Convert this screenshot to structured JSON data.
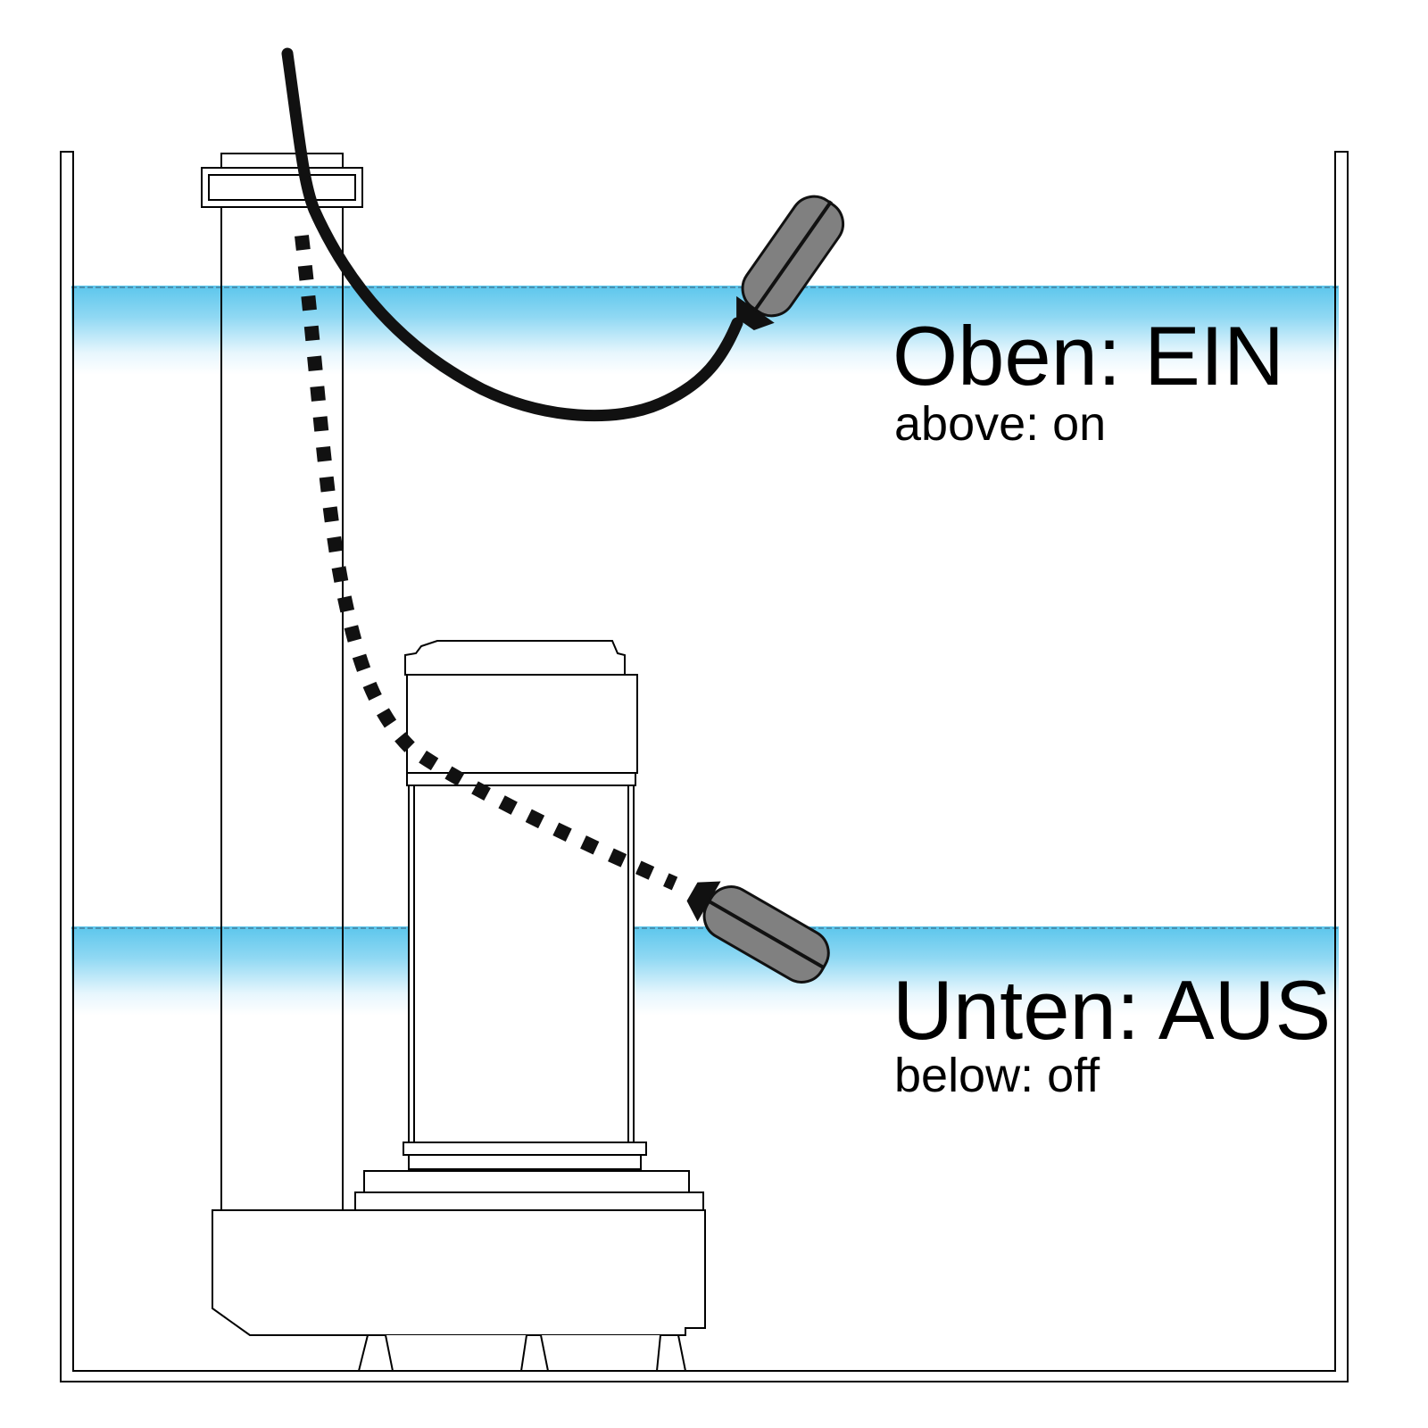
{
  "labels": {
    "upper_de": "Oben: EIN",
    "upper_en": "above: on",
    "lower_de": "Unten: AUS",
    "lower_en": "below: off"
  },
  "colors": {
    "water": "#5cc6ec",
    "float": "#808080",
    "cable": "#111111",
    "outline": "#000000"
  }
}
